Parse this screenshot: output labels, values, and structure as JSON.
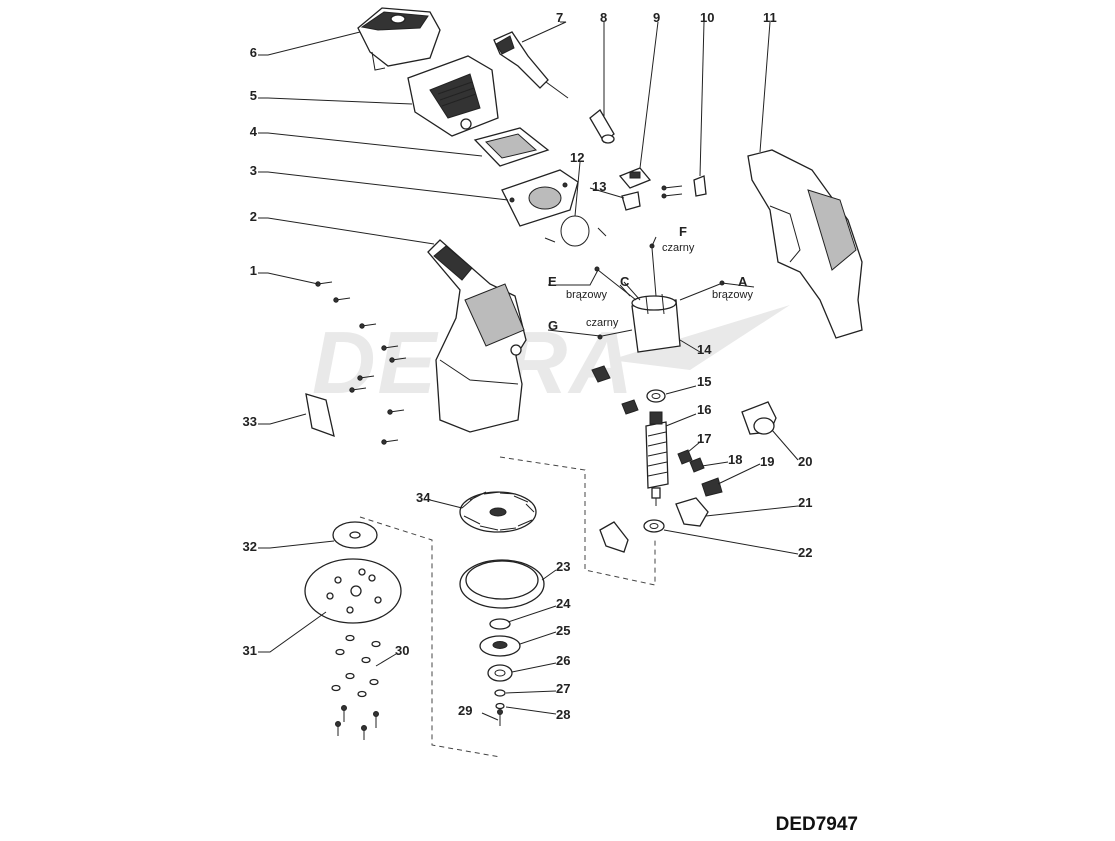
{
  "watermark": "DEDRA",
  "model_code": "DED7947",
  "callouts": {
    "p1": "1",
    "p2": "2",
    "p3": "3",
    "p4": "4",
    "p5": "5",
    "p6": "6",
    "p7": "7",
    "p8": "8",
    "p9": "9",
    "p10": "10",
    "p11": "11",
    "p12": "12",
    "p13": "13",
    "p14": "14",
    "p15": "15",
    "p16": "16",
    "p17": "17",
    "p18": "18",
    "p19": "19",
    "p20": "20",
    "p21": "21",
    "p22": "22",
    "p23": "23",
    "p24": "24",
    "p25": "25",
    "p26": "26",
    "p27": "27",
    "p28": "28",
    "p29": "29",
    "p30": "30",
    "p31": "31",
    "p32": "32",
    "p33": "33",
    "p34": "34"
  },
  "wires": {
    "A": {
      "letter": "A",
      "color": "brązowy"
    },
    "C": {
      "letter": "C"
    },
    "E": {
      "letter": "E",
      "color": "brązowy"
    },
    "F": {
      "letter": "F",
      "color": "czarny"
    },
    "G": {
      "letter": "G",
      "color": "czarny"
    }
  }
}
